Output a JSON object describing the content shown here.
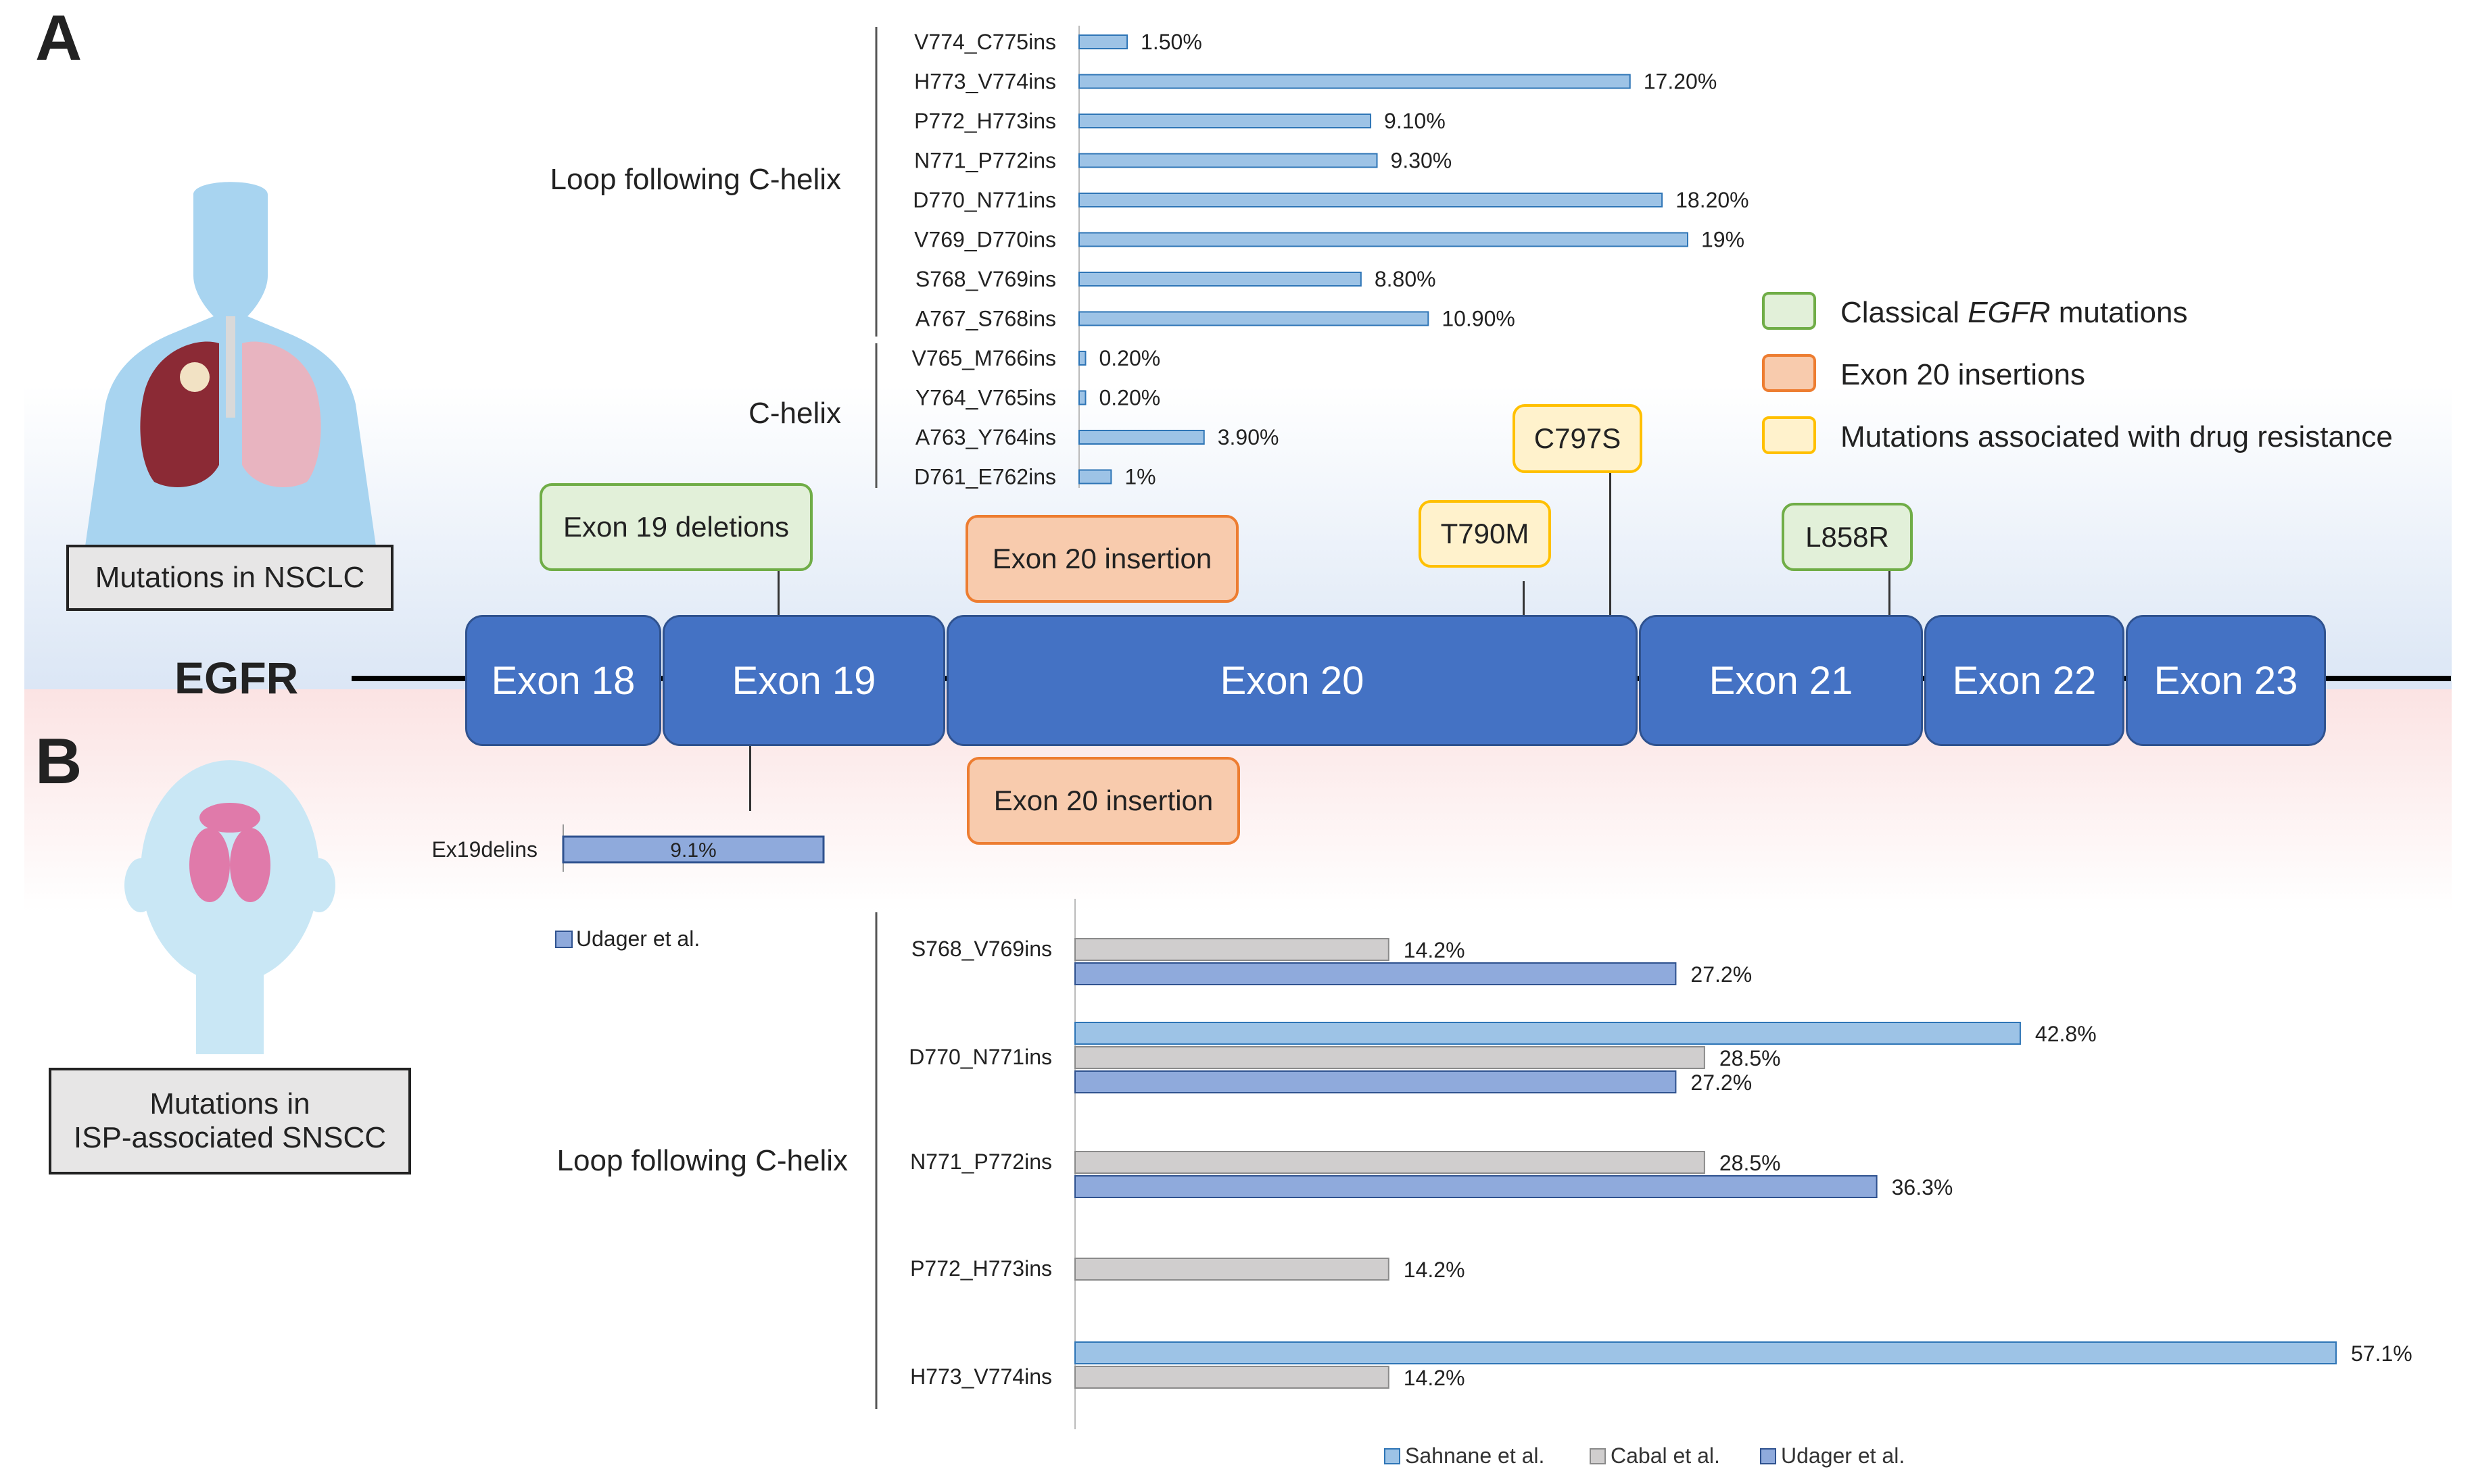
{
  "panels": {
    "a": "A",
    "b": "B"
  },
  "gene_label": "EGFR",
  "figures": {
    "nsclc_caption": "Mutations in NSCLC",
    "snscc_caption_line1": "Mutations in",
    "snscc_caption_line2": "ISP-associated SNSCC"
  },
  "exons": [
    "Exon 18",
    "Exon 19",
    "Exon 20",
    "Exon 21",
    "Exon 22",
    "Exon 23"
  ],
  "callouts": {
    "exon19_deletions": "Exon 19 deletions",
    "exon20_insertion_top": "Exon 20 insertion",
    "exon20_insertion_bottom": "Exon 20 insertion",
    "t790m": "T790M",
    "c797s": "C797S",
    "l858r": "L858R"
  },
  "legend": {
    "classical_pre": "Classical ",
    "classical_em": "EGFR",
    "classical_post": " mutations",
    "insertions": "Exon 20 insertions",
    "resistance": "Mutations associated with drug resistance"
  },
  "colors": {
    "exon": "#4472c4",
    "green_fill": "#e2f0d9",
    "green_border": "#70ad47",
    "orange_fill": "#f8cbad",
    "orange_border": "#ed7d31",
    "yellow_fill": "#fff2cc",
    "yellow_border": "#ffc000",
    "sahnane": "#9dc3e6",
    "cabal": "#d0cece",
    "udager": "#8faadc"
  },
  "chart_data": [
    {
      "type": "bar",
      "orientation": "horizontal",
      "groups": [
        {
          "label": "Loop following C-helix",
          "categories": [
            "V774_C775ins",
            "H773_V774ins",
            "P772_H773ins",
            "N771_P772ins",
            "D770_N771ins",
            "V769_D770ins",
            "S768_V769ins",
            "A767_S768ins"
          ]
        },
        {
          "label": "C-helix",
          "categories": [
            "V765_M766ins",
            "Y764_V765ins",
            "A763_Y764ins",
            "D761_E762ins"
          ]
        }
      ],
      "categories": [
        "V774_C775ins",
        "H773_V774ins",
        "P772_H773ins",
        "N771_P772ins",
        "D770_N771ins",
        "V769_D770ins",
        "S768_V769ins",
        "A767_S768ins",
        "V765_M766ins",
        "Y764_V765ins",
        "A763_Y764ins",
        "D761_E762ins"
      ],
      "values": [
        1.5,
        17.2,
        9.1,
        9.3,
        18.2,
        19,
        8.8,
        10.9,
        0.2,
        0.2,
        3.9,
        1
      ],
      "labels": [
        "1.50%",
        "17.20%",
        "9.10%",
        "9.30%",
        "18.20%",
        "19%",
        "8.80%",
        "10.90%",
        "0.20%",
        "0.20%",
        "3.90%",
        "1%"
      ],
      "xlim": [
        0,
        19
      ],
      "grid": false
    },
    {
      "type": "bar",
      "orientation": "horizontal",
      "categories": [
        "Ex19delins"
      ],
      "series": [
        {
          "name": "Udager et al.",
          "values": [
            9.1
          ],
          "labels": [
            "9.1%"
          ]
        }
      ],
      "legend_position": "bottom-left"
    },
    {
      "type": "bar",
      "orientation": "horizontal",
      "group_label": "Loop following C-helix",
      "categories": [
        "S768_V769ins",
        "D770_N771ins",
        "N771_P772ins",
        "P772_H773ins",
        "H773_V774ins"
      ],
      "series": [
        {
          "name": "Sahnane et al.",
          "values": [
            null,
            42.8,
            null,
            null,
            57.1
          ],
          "labels": [
            "",
            "42.8%",
            "",
            "",
            "57.1%"
          ]
        },
        {
          "name": "Cabal et al.",
          "values": [
            14.2,
            28.5,
            28.5,
            14.2,
            14.2
          ],
          "labels": [
            "14.2%",
            "28.5%",
            "28.5%",
            "14.2%",
            "14.2%"
          ]
        },
        {
          "name": "Udager et al.",
          "values": [
            27.2,
            27.2,
            36.3,
            null,
            null
          ],
          "labels": [
            "27.2%",
            "27.2%",
            "36.3%",
            "",
            ""
          ]
        }
      ],
      "xlim": [
        0,
        57.1
      ],
      "legend_position": "bottom"
    }
  ]
}
